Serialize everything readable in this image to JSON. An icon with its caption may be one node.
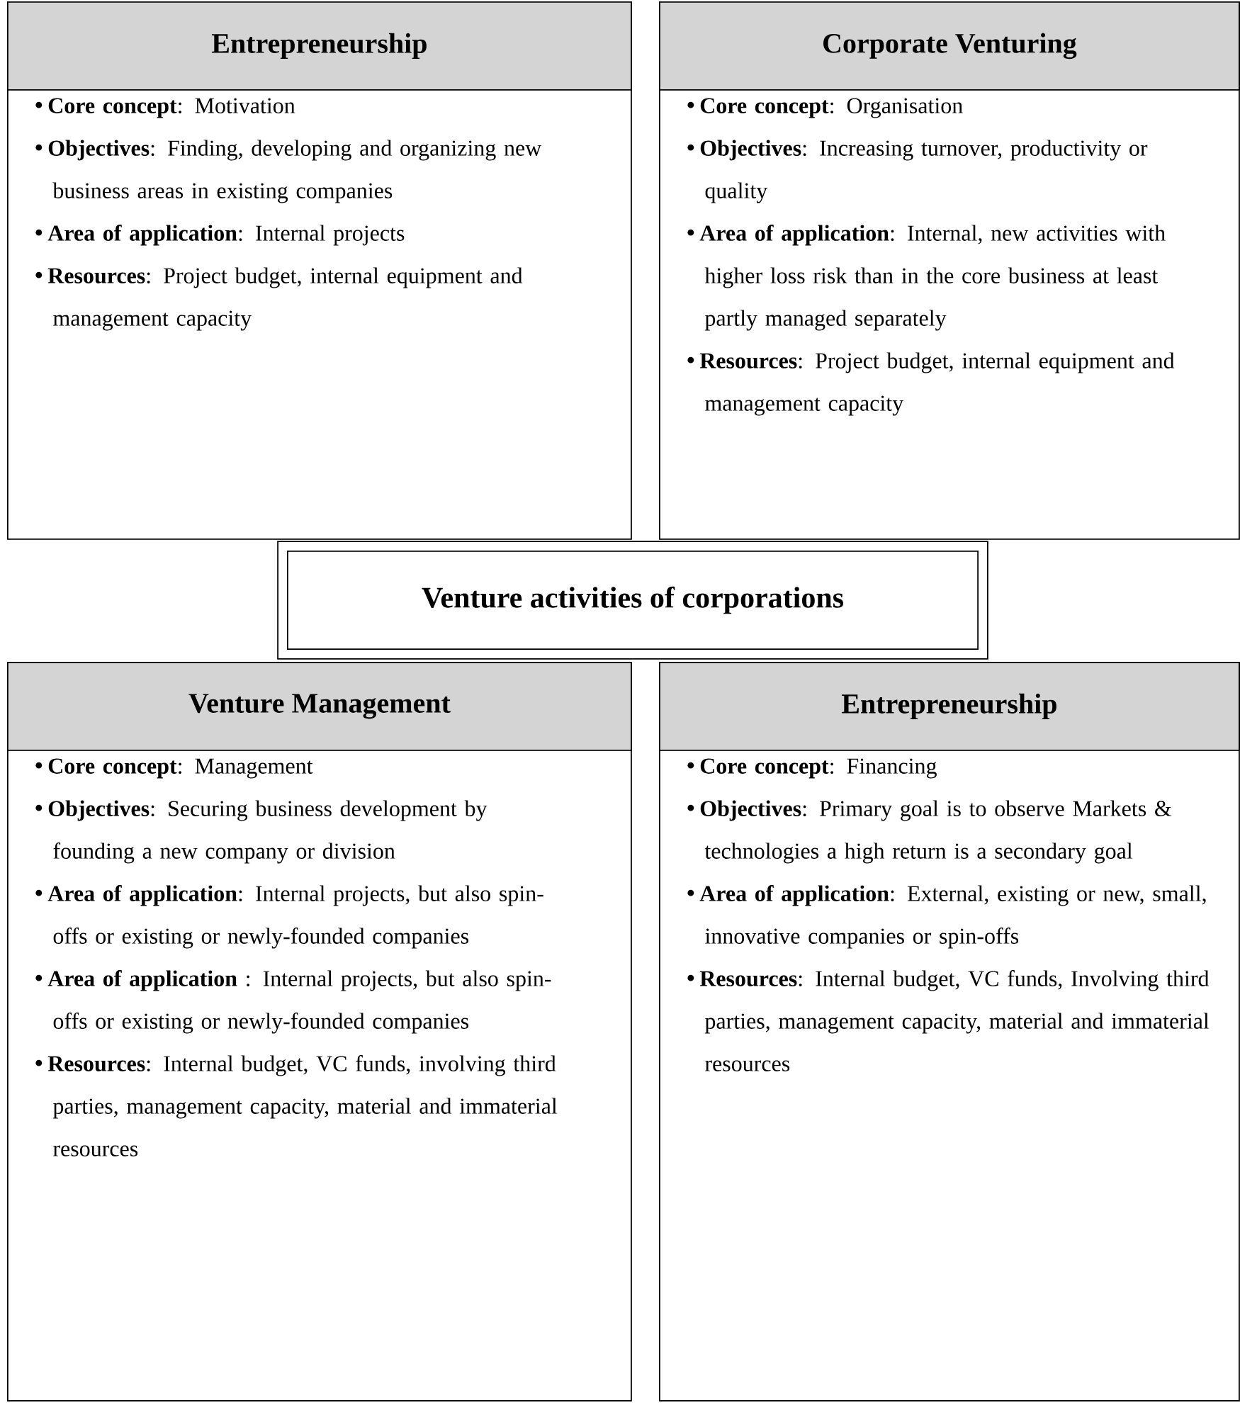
{
  "diagram": {
    "nodes": [
      {
        "text": [
          "Entrepreneurship",
          "**Core concept**: Motivation",
          "**Objectives**: Finding, developing and organizing new business areas in existing companies",
          "**Area of application**: Internal projects",
          "**Resources**: Project budget, internal equipment and management capacity"
        ]
      },
      {
        "text": [
          "Corporate Venturing",
          "**Core concept**: Organisation",
          "**Objectives**: Increasing turnover, productivity or quality",
          "**Area of application**: Internal, new activities with higher loss risk than in the core business at least partly managed separately",
          "**Resources**: Project budget, internal equipment and management capacity"
        ]
      },
      {
        "text": [
          "Venture activities of corporations"
        ]
      },
      {
        "text": [
          "Venture Management",
          "**Core concept**: Management",
          "**Objectives**: Securing business development by founding a new company or division",
          "**Area of application**: Internal projects, but also spin-offs or existing or newly-founded companies",
          "**Area of application** : Internal projects, but also spin-offs or existing or newly-founded companies",
          "**Resources**: Internal budget, VC funds, involving third parties, management capacity, material and immaterial resources"
        ]
      },
      {
        "text": [
          "Entrepreneurship",
          "**Core concept**: Financing",
          "**Objectives**: Primary goal is to observe Markets & technologies a high return is a secondary goal",
          "**Area of application**: External, existing or new, small, innovative companies or spin-offs",
          "**Resources**: Internal budget, VC funds, Involving third parties, management capacity, material and immaterial resources"
        ]
      }
    ]
  }
}
